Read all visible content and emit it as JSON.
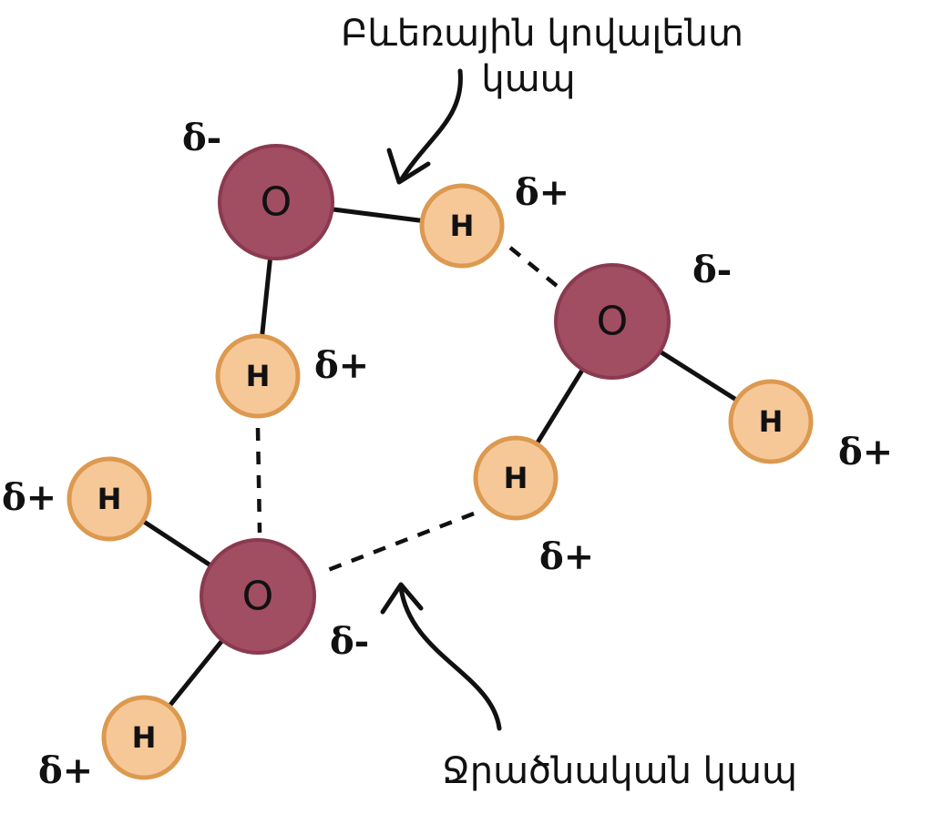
{
  "labels": {
    "polar_covalent_line1": "Բևեռային կովալենտ",
    "polar_covalent_line2": "կապ",
    "hydrogen_bond": "Ջրածնական կապ"
  },
  "atoms": {
    "oxygen": "O",
    "hydrogen": "H"
  },
  "charges": {
    "negative": "δ-",
    "positive": "δ+"
  },
  "colors": {
    "oxygen_fill": "#a14d62",
    "hydrogen_fill": "#f6c898",
    "hydrogen_border": "#dc994f"
  }
}
